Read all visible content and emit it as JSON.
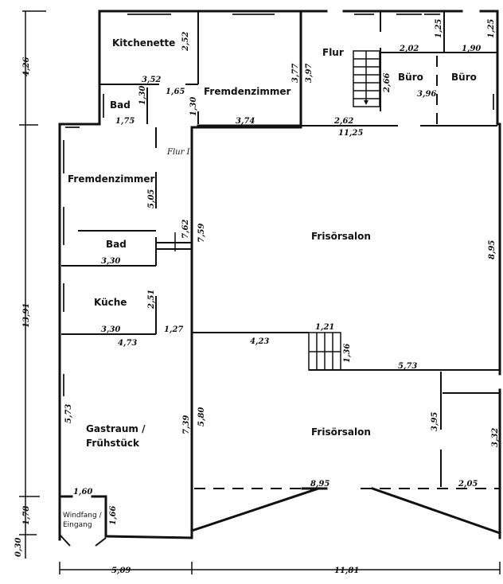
{
  "plan": {
    "rooms": {
      "kitchenette": "Kitchenette",
      "bad_top": "Bad",
      "fremdenzimmer_top": "Fremdenzimmer",
      "flur": "Flur",
      "buero_1": "Büro",
      "buero_2": "Büro",
      "flur_1": "Flur I",
      "fremdenzimmer_left": "Fremdenzimmer",
      "bad_left": "Bad",
      "kueche": "Küche",
      "frisoersalon_upper": "Frisörsalon",
      "frisoersalon_lower": "Frisörsalon",
      "gastraum_line1": "Gastraum /",
      "gastraum_line2": "Frühstück",
      "windfang_line1": "Windfang /",
      "windfang_line2": "Eingang"
    },
    "dimensions": {
      "left_upper_total": "4,26",
      "left_middle_total": "13,91",
      "left_lower": "1,78",
      "left_bottom_small": "0,30",
      "bottom_left": "5,09",
      "bottom_right": "11,81",
      "kitchenette_height": "2,52",
      "kitchenette_width": "3,52",
      "flur_gap": "1,65",
      "bad_top_height": "1,30",
      "corridor_height": "1,30",
      "bad_top_width": "1,75",
      "fremdenzimmer_top_height": "3,77",
      "flur_height": "3,97",
      "fremdenzimmer_top_width": "3,74",
      "flur_width": "2,62",
      "upper_total_width": "11,25",
      "stair_top_length": "2,66",
      "buero_width_left": "2,02",
      "buero_width_right": "1,90",
      "buero_top_height_left": "1,25",
      "buero_top_height_right": "1,25",
      "buero_depth": "3,96",
      "fremdenzimmer_left_height": "5,05",
      "flur1_height_a": "7,62",
      "flur1_height_b": "7,59",
      "bad_left_width": "3,30",
      "kueche_height": "2,51",
      "kueche_width": "3,30",
      "flur1_width": "1,27",
      "gastraum_width": "4,73",
      "salon_divider_left": "4,23",
      "stair_salon_width": "1,21",
      "stair_salon_height": "1,36",
      "salon_divider_right": "5,73",
      "frisoersalon_upper_height": "8,95",
      "gastraum_left_height": "5,73",
      "gastraum_right_height_a": "7,39",
      "gastraum_right_height_b": "5,80",
      "niche_height": "3,95",
      "right_lower_height": "3,32",
      "storefront_width": "8,95",
      "niche_width": "2,05",
      "windfang_width": "1,60",
      "windfang_height": "1,66"
    }
  }
}
